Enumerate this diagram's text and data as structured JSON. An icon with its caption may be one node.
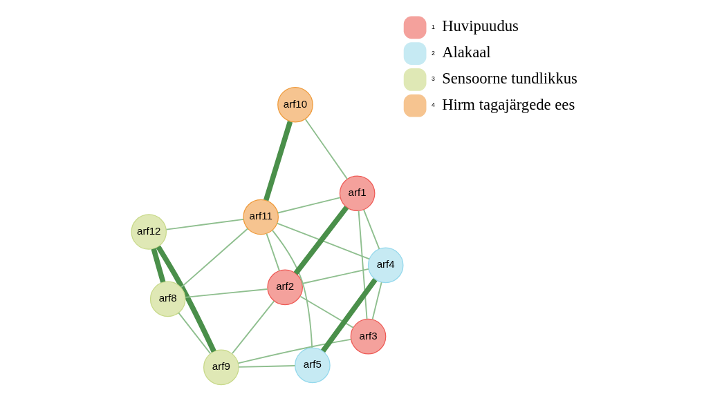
{
  "diagram": {
    "nodes": [
      {
        "text": [
          "arf12"
        ]
      },
      {
        "text": [
          "arf9"
        ]
      },
      {
        "text": [
          "arf8"
        ]
      },
      {
        "text": [
          "arf11"
        ]
      },
      {
        "text": [
          "arf3"
        ]
      },
      {
        "text": [
          "arf10"
        ]
      },
      {
        "text": [
          "arf2"
        ]
      },
      {
        "text": [
          "arf1"
        ]
      },
      {
        "text": [
          "arf5"
        ]
      },
      {
        "text": [
          "arf4"
        ]
      }
    ],
    "edges": [
      {
        "from": 0,
        "to": 1,
        "arrow": "none",
        "style": "thick"
      },
      {
        "from": 0,
        "to": 2,
        "arrow": "none",
        "style": "thick"
      },
      {
        "from": 2,
        "to": 1,
        "arrow": "none"
      },
      {
        "from": 0,
        "to": 3,
        "arrow": "none"
      },
      {
        "from": 2,
        "to": 3,
        "arrow": "none"
      },
      {
        "from": 2,
        "to": 6,
        "arrow": "none"
      },
      {
        "from": 1,
        "to": 4,
        "arrow": "none"
      },
      {
        "from": 1,
        "to": 6,
        "arrow": "none"
      },
      {
        "from": 1,
        "to": 8,
        "arrow": "none"
      },
      {
        "from": 3,
        "to": 5,
        "arrow": "none",
        "style": "thick"
      },
      {
        "from": 3,
        "to": 6,
        "arrow": "none"
      },
      {
        "from": 3,
        "to": 7,
        "arrow": "none"
      },
      {
        "from": 3,
        "to": 8,
        "arrow": "none"
      },
      {
        "from": 3,
        "to": 9,
        "arrow": "none"
      },
      {
        "from": 5,
        "to": 7,
        "arrow": "none"
      },
      {
        "from": 6,
        "to": 4,
        "arrow": "none"
      },
      {
        "from": 6,
        "to": 7,
        "arrow": "none",
        "style": "thick"
      },
      {
        "from": 4,
        "to": 7,
        "arrow": "none"
      },
      {
        "from": 6,
        "to": 9,
        "arrow": "none"
      },
      {
        "from": 4,
        "to": 9,
        "arrow": "none"
      },
      {
        "from": 7,
        "to": 9,
        "arrow": "none"
      },
      {
        "from": 8,
        "to": 9,
        "arrow": "none",
        "style": "thick"
      }
    ],
    "labels": [
      "1",
      "2",
      "3",
      "4"
    ],
    "legend": [
      {
        "text": "Huvipuudus",
        "color": "#f4a19c"
      },
      {
        "text": "Alakaal",
        "color": "#c6eaf3"
      },
      {
        "text": "Sensoorne tundlikkus",
        "color": "#dfe8b5"
      },
      {
        "text": "Hirm tagajärgede ees",
        "color": "#f6c490"
      }
    ]
  }
}
